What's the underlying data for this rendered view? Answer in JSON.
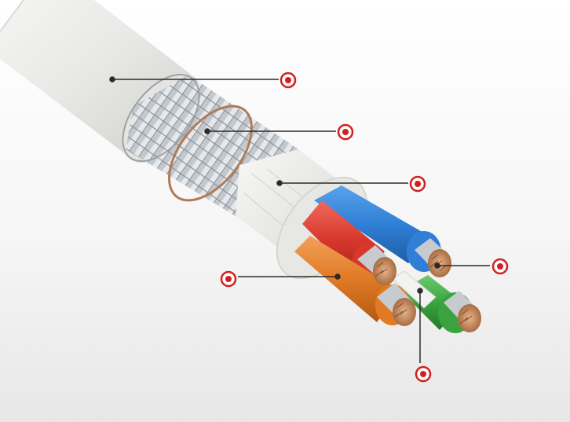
{
  "hotspots": [
    {
      "id": "outer-jacket",
      "icon": "target-icon"
    },
    {
      "id": "braided-shield",
      "icon": "target-icon"
    },
    {
      "id": "inner-tape-wrap",
      "icon": "target-icon"
    },
    {
      "id": "stranded-conductor",
      "icon": "target-icon"
    },
    {
      "id": "insulated-core",
      "icon": "target-icon"
    },
    {
      "id": "center-filler",
      "icon": "target-icon"
    }
  ],
  "colors": {
    "hotspot_accent": "#d21f1f",
    "leader_line": "#2b2b2b",
    "jacket": "#e9e9e7",
    "core_blue": "#2f7fd6",
    "core_red": "#d8372c",
    "core_orange": "#e07a25",
    "core_green": "#3aa33f",
    "copper": "#c98a5a",
    "shield_metal": "#b9bfc6"
  }
}
